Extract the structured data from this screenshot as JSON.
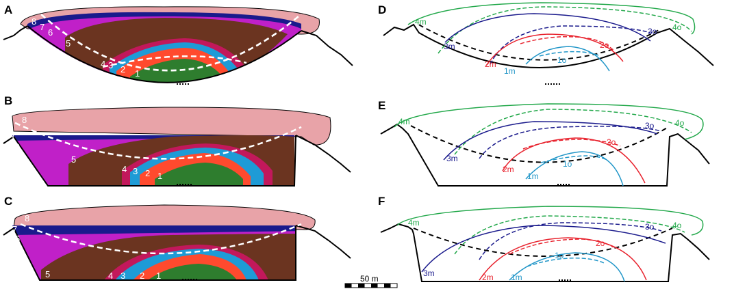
{
  "panels": {
    "a": "A",
    "b": "B",
    "c": "C",
    "d": "D",
    "e": "E",
    "f": "F"
  },
  "layer_labels": [
    "1",
    "2",
    "3",
    "4",
    "5",
    "6",
    "7",
    "8"
  ],
  "line_labels": {
    "m4": "4m",
    "o4": "4o",
    "m3": "3m",
    "o3": "3o",
    "m2": "2m",
    "o2": "2o",
    "m1": "1m",
    "o1": "1o"
  },
  "scale_bar": {
    "label": "50 m"
  },
  "colors": {
    "layer1": "#2e7d2e",
    "layer2": "#ff4a2e",
    "layer3": "#1e9bd6",
    "layer4": "#c2185b",
    "layer5": "#6b3420",
    "layer6": "#c020c8",
    "layer7": "#1a1a8c",
    "layer8": "#e8a3a8",
    "line1": "#2196c8",
    "line2": "#e8232e",
    "line3": "#1a1a8c",
    "line4": "#22a84a"
  }
}
